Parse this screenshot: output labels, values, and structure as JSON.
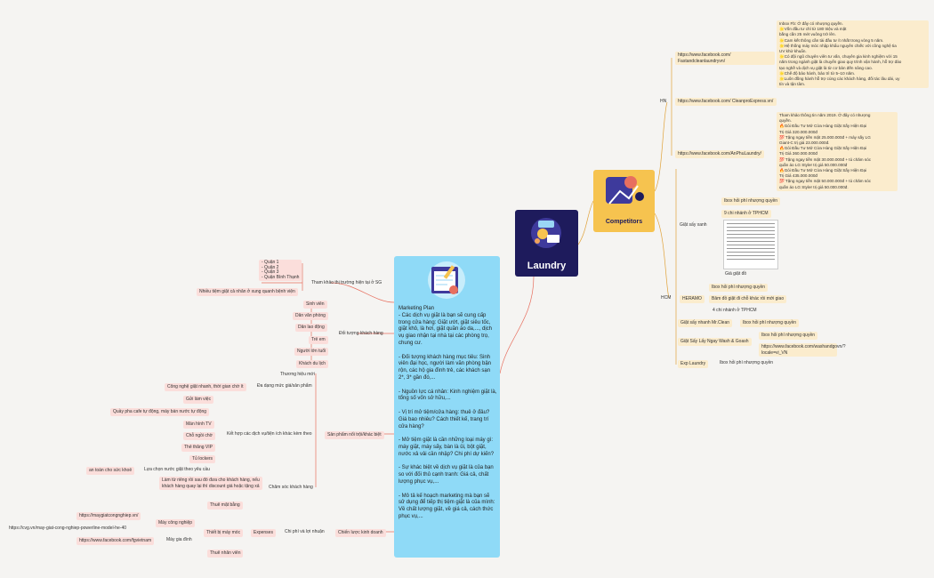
{
  "center": {
    "title": "Laundry"
  },
  "competitors": {
    "title": "Competitors"
  },
  "marketing_plan": {
    "text": "Marketing Plan\n- Các dịch vụ giặt là bạn sẽ cung cấp trong cửa hàng: Giặt ướt, giặt siêu tốc, giặt khô, là hơi, giặt quần áo da,..., dịch vụ giao nhận tại nhà tại các phòng trọ, chung cư.\n\n- Đối tượng khách hàng mục tiêu: Sinh viên đại học, người làm văn phòng bận rộn, các hộ gia đình trẻ, các khách sạn 2*, 3* gần đó,...\n\n- Nguồn lực cá nhân: Kinh nghiệm giặt là, tổng số vốn sở hữu,...\n\n- Vị trí mở tiệm/cửa hàng: thuê ở đâu? Giá bao nhiêu? Cách thiết kế, trang trí cửa hàng?\n\n- Mở tiệm giặt là cần những loại máy gì: máy giặt, máy sấy, bàn là ủi, bột giặt, nước xả vải cần nhập? Chi phí dự kiến?\n\n- Sự khác biệt về dịch vụ giặt là của bạn so với đối thủ cạnh tranh: Giá cả, chất lượng phục vụ,...\n\n- Mô tả kế hoạch marketing mà bạn sẽ sử dụng để tiếp thị tiệm giặt là của mình: Về chất lượng giặt, về giá cả, cách thức phục vụ,..."
  },
  "left": {
    "market": "Tham khảo thị trường hiện tại ở SG",
    "districts": [
      "- Quận 1",
      "- Quận 2",
      "- Quận 3",
      "- Quận Bình Thạnh"
    ],
    "near_students": "Nhiều tiệm giặt cả nhân ở xung quanh bệnh viện",
    "customers": "Đối tượng khách hàng",
    "customer_list": [
      "Sinh viên",
      "Dân văn phòng",
      "Dân lao động",
      "Trẻ em",
      "Người lớn tuổi",
      "Khách du lịch"
    ],
    "product": "Sản phẩm nổi trội/khác biệt",
    "brand": "Thương hiệu mới",
    "diversity": "Đa dạng mức giá/sản phẩm",
    "tech": "Công nghệ giặt nhanh, thời gian chờ ít",
    "combo": "Kết hợp các dịch vụ/tiện ích khác kèm theo",
    "combo_list": [
      "Gửi làm việc",
      "Quầy pha cafe tự động, máy bán nước tự động",
      "Màn hình TV",
      "Chỗ ngồi chờ",
      "Thẻ thăng VIP",
      "Tủ lockers"
    ],
    "select": "Lựa chọn nước giặt theo yêu cầu",
    "health": "an toàn cho sức khoẻ",
    "care": "Chăm sóc khách hàng",
    "care_note": "Làm từ riêng rồi sau đó đưa cho khách hàng, nếu khách hàng quay lại thì discount giá hoặc tặng xả",
    "strategy": "Chiến lược kinh doanh",
    "cost": "Chi phí và lợi nhuận",
    "expenses": "Expenses",
    "rent": "Thuê mặt bằng",
    "machines": "Thiết bị máy móc",
    "industrial": "Máy công nghiệp",
    "ind_link1": "https://maygiatcongnghiep.vn/",
    "ind_link2": "https://cvg.vn/may-giat-cong-nghiep-powerline-model-he-40",
    "home": "Máy gia đình",
    "home_link": "https://www.facebook.com/fgvietnam",
    "staff": "Thuê nhân viên"
  },
  "right": {
    "hn": "HN",
    "hn_links": [
      "https://www.facebook.com/ Fastandcleanlaundryvn/",
      "https://www.facebook.com/ CleanproExpress.vn/",
      "https://www.facebook.com/AnPhuLaundry/"
    ],
    "note1": [
      "Inbox Fb: Ở đây có nhượng quyền.",
      "🌟Vốn đầu tư chỉ từ 180 triệu và mặt",
      "bằng cần 25 mét vuông trở lên.",
      "🌟Cam kết thông cần tài đầu tư ít nhất trong vòng 5 năm.",
      "🌟Hệ thống máy móc nhập khẩu nguyên chiếc với công nghệ tia",
      "UV khử khuẩn.",
      "🌟Có đội ngũ chuyên viên tư vấn, chuyên gia kinh nghiệm với 15",
      "năm trong ngành giặt là chuyển giao quy trình vận hành, hỗ trợ đào",
      "tạo nghề và dịch vụ giặt là từ cơ bản đến nâng cao.",
      "🌟Chế độ bảo hành, bảo trì từ 5–10 năm.",
      "🌟Luôn đồng hành hỗ trợ cùng các khách hàng, đối tác lâu dài, uy",
      "tín và tận tâm."
    ],
    "note2": [
      "Tham khảo thông tin năm 2019. Ở đây có nhượng",
      "quyền.",
      "🔥Gói Đầu Tư Mở Cửa Hàng Giặt Sấy Hiện Đại",
      "Trị Giá 320.000.000đ",
      "💯 Tặng ngay tiền mặt 25.000.000đ + máy sấy LG",
      "Giant-C trị giá 23.000.000đ.",
      "🔥Gói Đầu Tư Mở Cửa Hàng Giặt Sấy Hiện Đại",
      "Trị Giá 360.000.000đ",
      "💯 Tặng ngay tiền mặt 30.000.000đ + tủ chăm sóc",
      "quần áo LG Styler trị giá 50.000.000đ",
      "🔥Gói Đầu Tư Mở Cửa Hàng Giặt Sấy Hiện Đại",
      "Trị Giá 435.000.000đ",
      "💯 Tặng ngay tiền mặt 50.000.000đ + tủ chăm sóc",
      "quần áo LG Styler trị giá 50.000.000đ."
    ],
    "hcm": "HCM",
    "giat_say_xanh": "Giặt sấy xanh",
    "gsx_items": [
      "Ibox hỏi phí nhượng quyền",
      "9 chi nhánh ở TPHCM",
      "Giá giặt đồ"
    ],
    "heramo": "HERAMO",
    "heramo_items": [
      "Ibox hỏi phí nhượng quyền",
      "Bảm đồ giặt đi chỗ khác rồi mới giao",
      "4 chi nhánh ở TPHCM"
    ],
    "mr_clean": "Giặt sấy nhanh Mr.Clean",
    "mr_clean_item": "Ibox hỏi phí nhượng quyền",
    "wash_goash": "Giặt Sấy Lấy Ngay Wash & Goash",
    "wg_items": [
      "Ibox hỏi phí nhượng quyền",
      "https://www.facebook.com/washandgovn/? locale=vi_VN"
    ],
    "exp": "Exp Laundry",
    "exp_item": "Ibox hỏi phí nhượng quyền"
  }
}
